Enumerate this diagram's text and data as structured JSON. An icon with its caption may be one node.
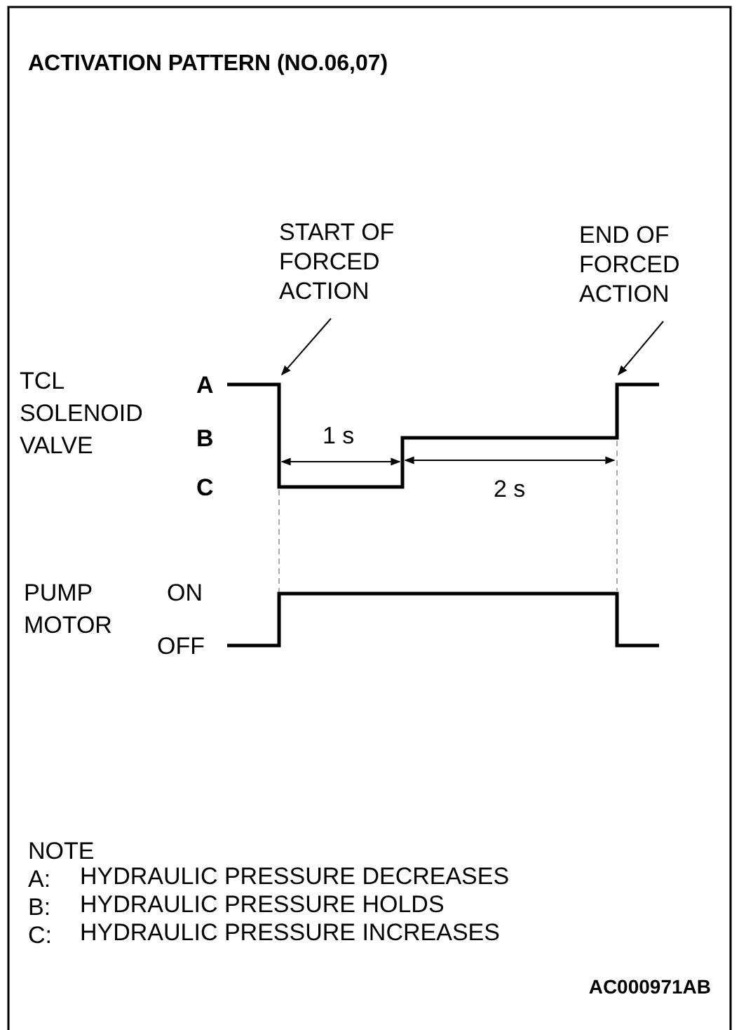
{
  "diagram": {
    "title": "ACTIVATION PATTERN (NO.06,07)",
    "nodes": [
      {
        "text": [
          "START OF FORCED ACTION"
        ]
      },
      {
        "text": [
          "END OF FORCED ACTION"
        ]
      },
      {
        "text": [],
        "shape": "line"
      }
    ],
    "edges": [
      {
        "from": 0,
        "to": 2,
        "arrow": "to"
      },
      {
        "from": 1,
        "to": 2,
        "arrow": "to"
      }
    ],
    "labels": [
      "TCL SOLENOID VALVE",
      "A",
      "B",
      "C",
      "1 s",
      "2 s",
      "PUMP MOTOR",
      "ON",
      "OFF",
      "NOTE",
      "A:",
      "HYDRAULIC PRESSURE DECREASES",
      "B:",
      "HYDRAULIC PRESSURE HOLDS",
      "C:",
      "HYDRAULIC PRESSURE INCREASES",
      "AC000971AB"
    ]
  }
}
